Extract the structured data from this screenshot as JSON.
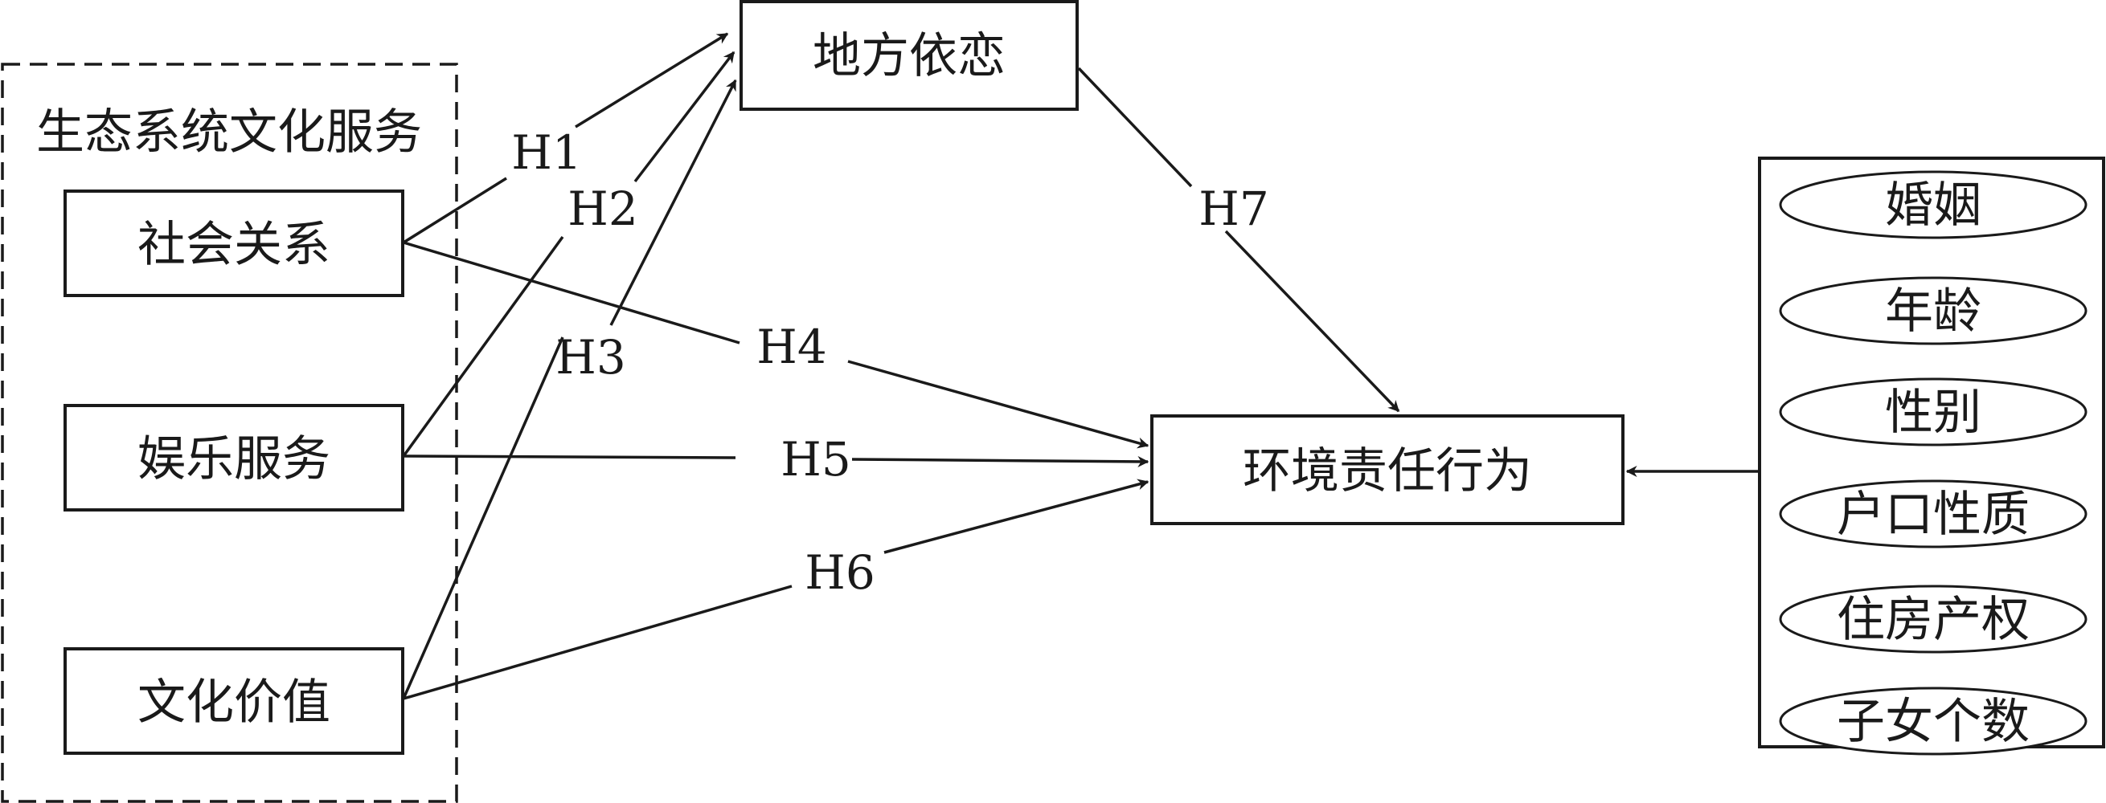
{
  "group": {
    "title": "生态系统文化服务"
  },
  "sources": [
    {
      "id": "social",
      "label": "社会关系"
    },
    {
      "id": "recreation",
      "label": "娱乐服务"
    },
    {
      "id": "culture",
      "label": "文化价值"
    }
  ],
  "mediator": {
    "label": "地方依恋"
  },
  "outcome": {
    "label": "环境责任行为"
  },
  "controls": [
    "婚姻",
    "年龄",
    "性别",
    "户口性质",
    "住房产权",
    "子女个数"
  ],
  "hypotheses": {
    "H1": "H1",
    "H2": "H2",
    "H3": "H3",
    "H4": "H4",
    "H5": "H5",
    "H6": "H6",
    "H7": "H7"
  },
  "colors": {
    "stroke": "#1a1a1a",
    "background": "#ffffff"
  }
}
